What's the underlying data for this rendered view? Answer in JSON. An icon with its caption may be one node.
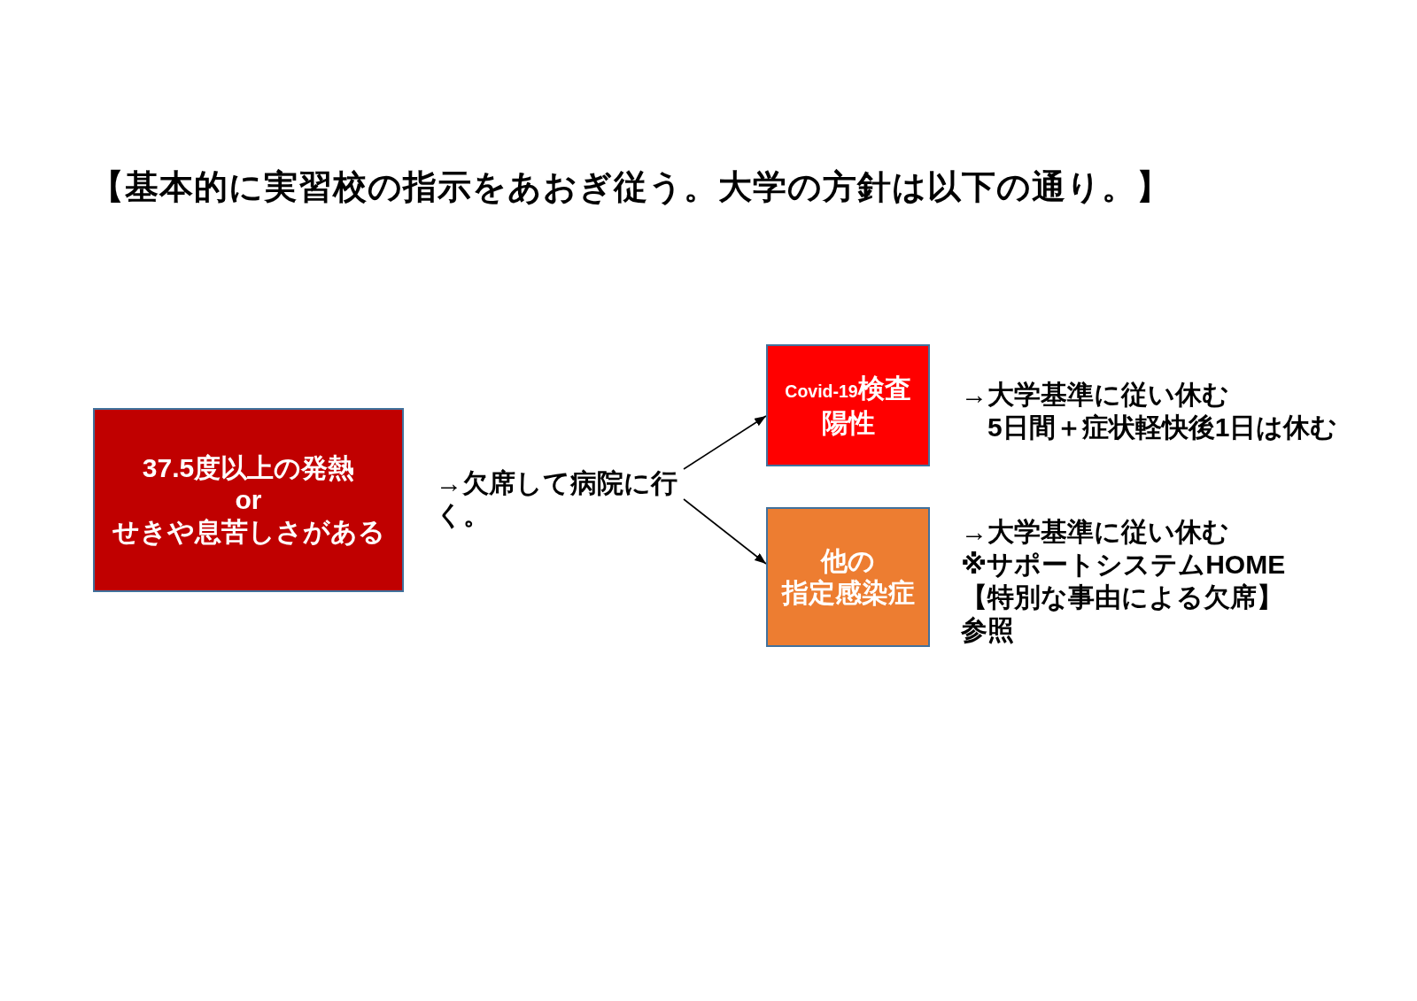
{
  "diagram": {
    "title": "【基本的に実習校の指示をあおぎ従う。大学の方針は以下の通り。】",
    "nodes": [
      {
        "text": [
          "37.5度以上の発熱",
          "or",
          "せきや息苦しさがある"
        ]
      },
      {
        "text": [
          "→欠席して病院に行く。"
        ]
      },
      {
        "text": [
          "Covid-19検査",
          "陽性"
        ],
        "beside": [
          "→大学基準に従い休む",
          "5日間＋症状軽快後1日は休む"
        ]
      },
      {
        "text": [
          "他の",
          "指定感染症"
        ],
        "beside": [
          "→大学基準に従い休む",
          "※サポートシステムHOME【特別な事由による欠席】参照"
        ]
      }
    ],
    "edges": [
      {
        "from": 1,
        "to": 2,
        "arrow": "to"
      },
      {
        "from": 1,
        "to": 3,
        "arrow": "to"
      }
    ]
  }
}
